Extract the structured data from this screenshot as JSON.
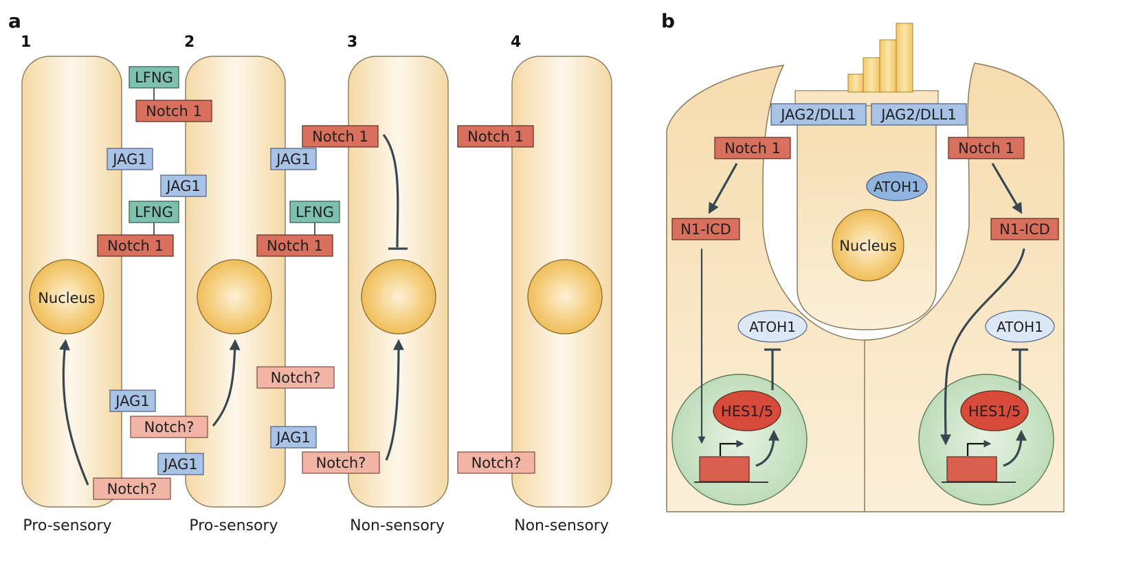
{
  "panels": {
    "a": "a",
    "b": "b"
  },
  "cells": [
    {
      "num": "1",
      "caption": "Pro-sensory"
    },
    {
      "num": "2",
      "caption": "Pro-sensory"
    },
    {
      "num": "3",
      "caption": "Non-sensory"
    },
    {
      "num": "4",
      "caption": "Non-sensory"
    }
  ],
  "labels": {
    "lfng": "LFNG",
    "notch1": "Notch 1",
    "jag1": "JAG1",
    "notch_q": "Notch?",
    "nucleus": "Nucleus",
    "jag2_dll1": "JAG2/DLL1",
    "atoh1": "ATOH1",
    "n1icd": "N1-ICD",
    "hes15": "HES1/5"
  },
  "colors": {
    "cell_fill": "#f7dfb1",
    "nucleus_fill": "#f2c268",
    "notch1": "#d9705e",
    "notch_q": "#f2b4a4",
    "jag": "#a9c3e6",
    "lfng": "#7cc0ad",
    "nucleus_green": "#c4dfc0",
    "atoh1_blue": "#90b4e0",
    "atoh1_pale": "#dce8f6",
    "hes": "#d84a3a"
  }
}
